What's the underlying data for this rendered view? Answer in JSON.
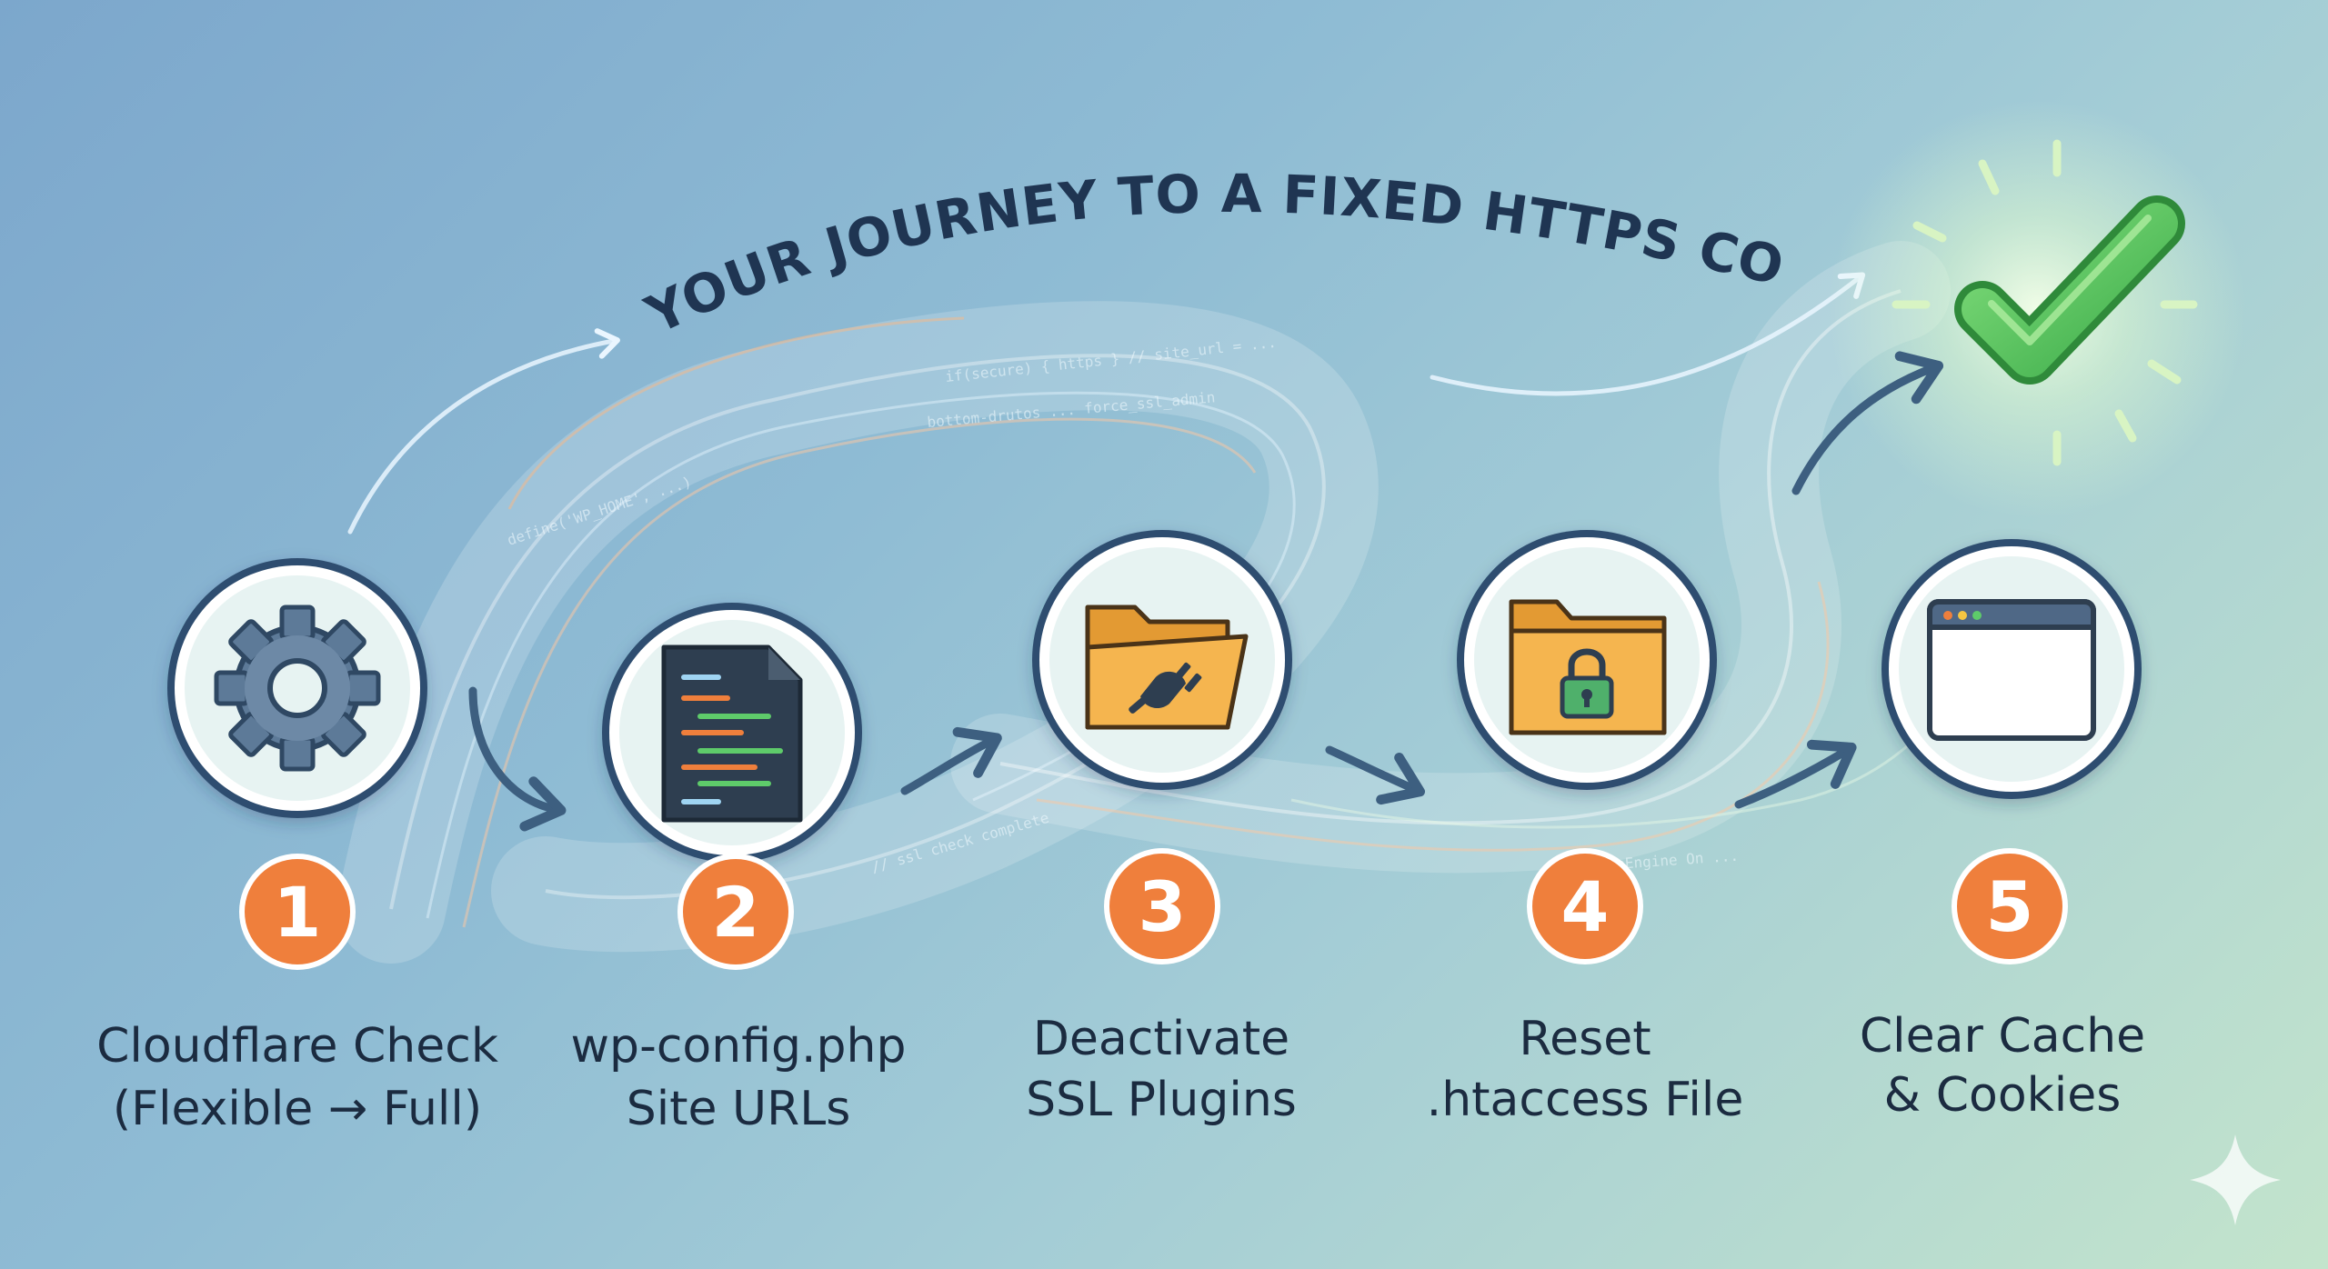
{
  "title": "YOUR JOURNEY TO A FIXED HTTPS CONNECTION",
  "colors": {
    "accent_orange": "#ef7f3c",
    "dark_navy": "#1f3552",
    "check_green": "#52c15d",
    "folder_orange": "#f5b54f"
  },
  "steps": [
    {
      "number": "1",
      "icon": "gear-icon",
      "line1": "Cloudflare Check",
      "line2": "(Flexible → Full)"
    },
    {
      "number": "2",
      "icon": "code-file-icon",
      "line1": "wp-config.php",
      "line2": "Site URLs"
    },
    {
      "number": "3",
      "icon": "plugin-folder-icon",
      "line1": "Deactivate",
      "line2": "SSL Plugins"
    },
    {
      "number": "4",
      "icon": "lock-folder-icon",
      "line1": "Reset",
      "line2": ".htaccess File"
    },
    {
      "number": "5",
      "icon": "browser-window-icon",
      "line1": "Clear Cache",
      "line2": "& Cookies"
    }
  ],
  "goal_icon": "checkmark-icon",
  "corner_icon": "sparkle-icon"
}
